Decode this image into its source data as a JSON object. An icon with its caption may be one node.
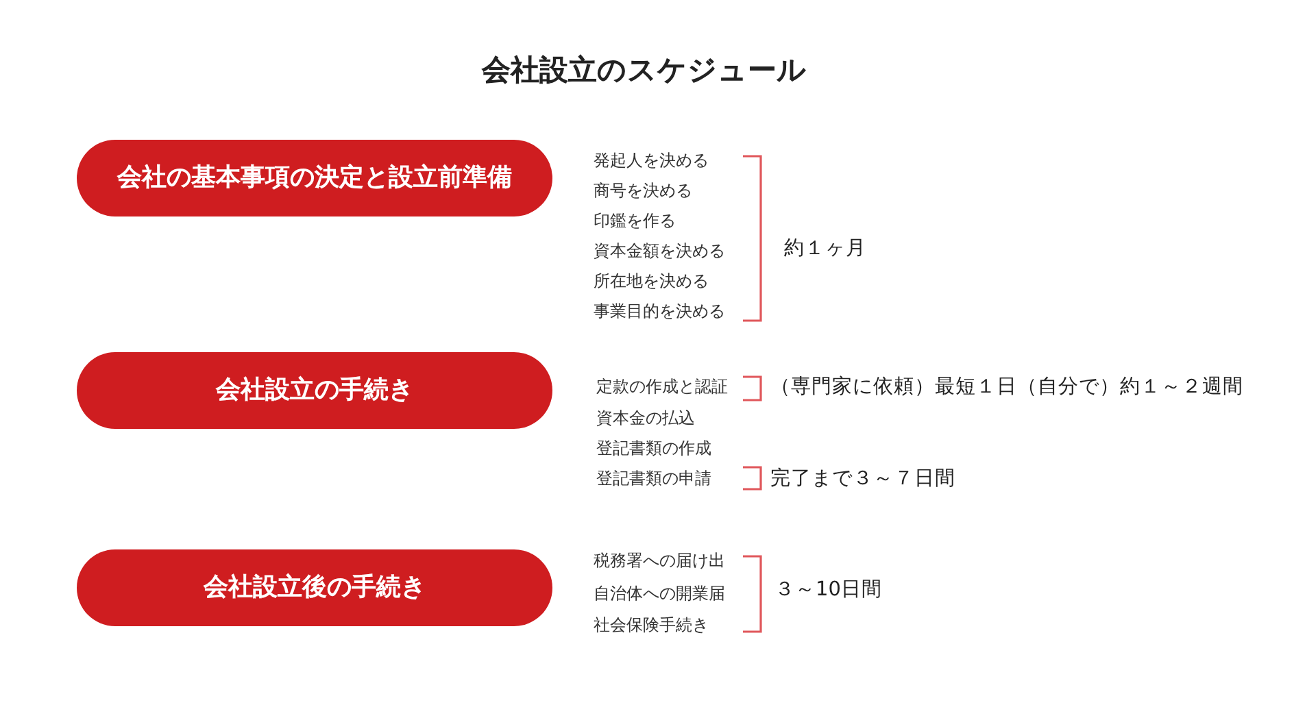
{
  "diagram": {
    "title": "会社設立のスケジュール",
    "nodes": [
      {
        "text": [
          "会社の基本事項の決定と設立前準備"
        ]
      },
      {
        "text": [
          "会社設立の手続き"
        ]
      },
      {
        "text": [
          "会社設立後の手続き"
        ]
      }
    ],
    "labels": [
      "発起人を決める",
      "商号を決める",
      "印鑑を作る",
      "資本金額を決める",
      "所在地を決める",
      "事業目的を決める",
      "約１ヶ月",
      "定款の作成と認証",
      "（専門家に依頼）最短１日（自分で）約１～２週間",
      "資本金の払込",
      "登記書類の作成",
      "登記書類の申請",
      "完了まで３～７日間",
      "税務署への届け出",
      "自治体への開業届",
      "社会保険手続き",
      "３～10日間"
    ]
  }
}
